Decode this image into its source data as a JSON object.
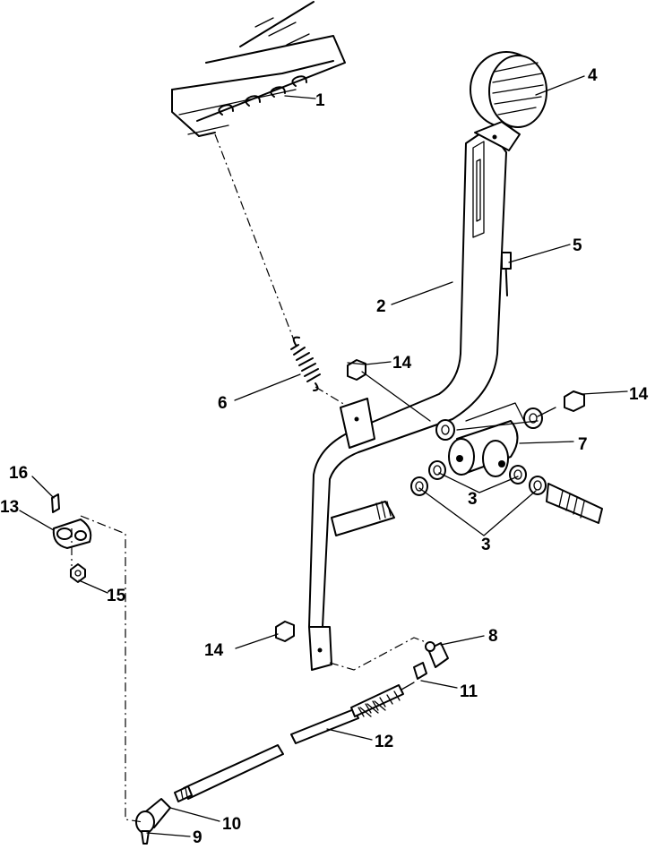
{
  "callouts": {
    "c1": "1",
    "c2": "2",
    "c3a": "3",
    "c3b": "3",
    "c4": "4",
    "c5": "5",
    "c6": "6",
    "c7": "7",
    "c8": "8",
    "c9": "9",
    "c10": "10",
    "c11": "11",
    "c12": "12",
    "c13": "13",
    "c14a": "14",
    "c14b": "14",
    "c14c": "14",
    "c15": "15",
    "c16": "16"
  },
  "colors": {
    "ink": "#000000",
    "paper": "#ffffff"
  }
}
